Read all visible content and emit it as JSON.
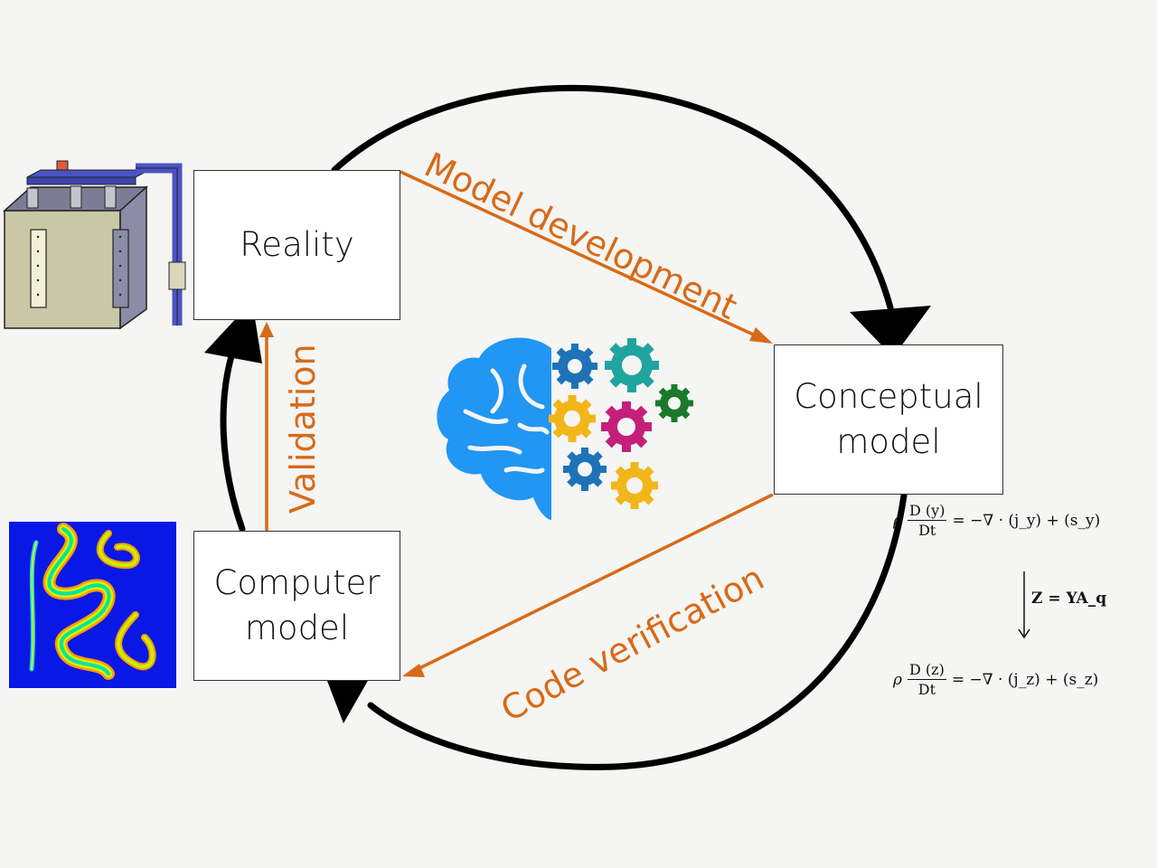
{
  "boxes": {
    "reality": "Reality",
    "conceptual_line1": "Conceptual",
    "conceptual_line2": "model",
    "computer_line1": "Computer",
    "computer_line2": "model"
  },
  "arrow_labels": {
    "model_development": "Model development",
    "code_verification": "Code verification",
    "validation": "Validation"
  },
  "equations": {
    "eq1_lhs_rho": "ρ",
    "eq1_num": "D (y)",
    "eq1_den": "Dt",
    "eq1_rhs": "= −∇ · (j_y) + (s_y)",
    "mapping": "Z = YA_q",
    "eq2_lhs_rho": "ρ",
    "eq2_num": "D (z)",
    "eq2_den": "Dt",
    "eq2_rhs": "= −∇ · (j_z) + (s_z)"
  },
  "colors": {
    "accent_orange": "#d86a17",
    "cycle_arrow": "#000000",
    "brain_blue": "#2196f3",
    "gear_blue": "#1e73b8",
    "gear_teal": "#20a4a0",
    "gear_yellow": "#f2b61b",
    "gear_magenta": "#c4207a",
    "gear_green": "#1a7a2a",
    "sim_background": "#0a18e6"
  },
  "icons": {
    "center": "brain-gears-icon",
    "reactor": "reactor-apparatus-icon",
    "simulation": "simulation-field-icon"
  }
}
